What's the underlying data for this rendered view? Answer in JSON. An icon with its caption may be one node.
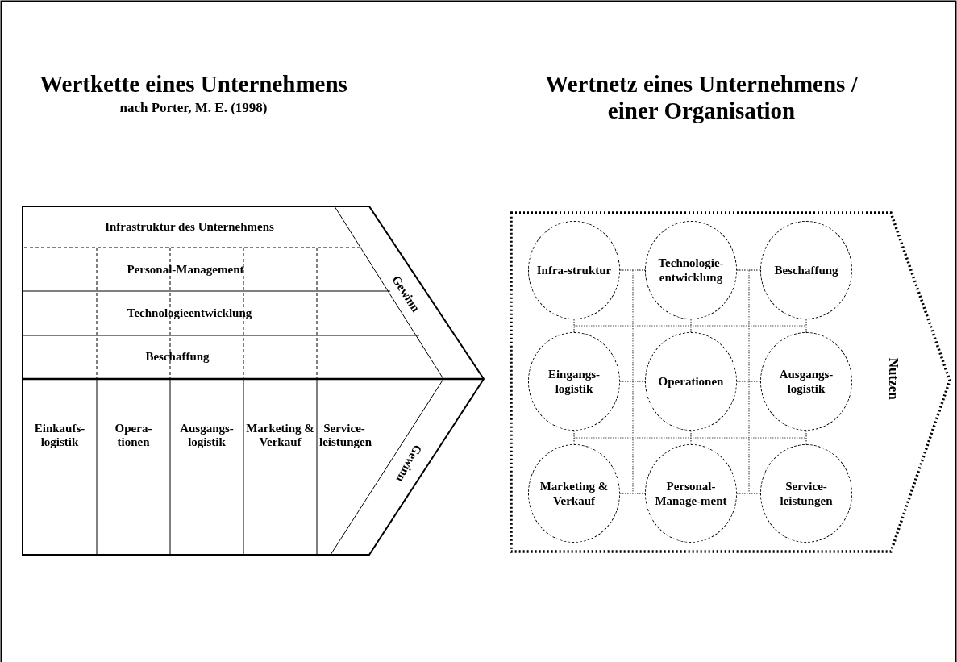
{
  "diagram": {
    "nodes": [
      {
        "text": [
          "Infrastruktur des Unternehmens"
        ]
      },
      {
        "text": [
          "Personal-Management"
        ]
      },
      {
        "text": [
          "Technologieentwicklung"
        ]
      },
      {
        "text": [
          "Beschaffung"
        ]
      },
      {
        "text": [
          "Gewinn"
        ]
      },
      {
        "text": [
          "Einkaufs-logistik"
        ]
      },
      {
        "text": [
          "Opera-tionen"
        ]
      },
      {
        "text": [
          "Ausgangs-logistik"
        ]
      },
      {
        "text": [
          "Marketing & Verkauf"
        ]
      },
      {
        "text": [
          "Service-leistungen"
        ]
      },
      {
        "text": [
          "Gewinn"
        ]
      },
      {
        "text": [
          "Nutzen"
        ]
      },
      {
        "text": [
          "Infra-struktur"
        ],
        "in": 11
      },
      {
        "text": [
          "Technologie-entwicklung"
        ],
        "in": 11
      },
      {
        "text": [
          "Beschaffung"
        ],
        "in": 11
      },
      {
        "text": [
          "Eingangs-logistik"
        ],
        "in": 11
      },
      {
        "text": [
          "Operationen"
        ],
        "in": 11
      },
      {
        "text": [
          "Ausgangs-logistik"
        ],
        "in": 11
      },
      {
        "text": [
          "Marketing & Verkauf"
        ],
        "in": 11
      },
      {
        "text": [
          "Personal-Manage-ment"
        ],
        "in": 11
      },
      {
        "text": [
          "Service-leistungen"
        ],
        "in": 11
      }
    ],
    "edges": [
      {
        "from": 12,
        "to": 13,
        "arrow": "none",
        "style": "dashed"
      },
      {
        "from": 13,
        "to": 14,
        "arrow": "none",
        "style": "dashed"
      },
      {
        "from": 15,
        "to": 16,
        "arrow": "none",
        "style": "dashed"
      },
      {
        "from": 16,
        "to": 17,
        "arrow": "none",
        "style": "dashed"
      },
      {
        "from": 18,
        "to": 19,
        "arrow": "none",
        "style": "dashed"
      },
      {
        "from": 19,
        "to": 20,
        "arrow": "none",
        "style": "dashed"
      },
      {
        "from": 12,
        "to": 15,
        "arrow": "none",
        "style": "dashed"
      },
      {
        "from": 13,
        "to": 16,
        "arrow": "none",
        "style": "dashed"
      },
      {
        "from": 14,
        "to": 17,
        "arrow": "none",
        "style": "dashed"
      },
      {
        "from": 15,
        "to": 18,
        "arrow": "none",
        "style": "dashed"
      },
      {
        "from": 16,
        "to": 19,
        "arrow": "none",
        "style": "dashed"
      },
      {
        "from": 17,
        "to": 20,
        "arrow": "none",
        "style": "dashed"
      }
    ],
    "labels": [
      "Wertkette eines Unternehmens",
      "nach Porter, M. E. (1998)",
      "Wertnetz eines Unternehmens / einer Organisation"
    ]
  }
}
